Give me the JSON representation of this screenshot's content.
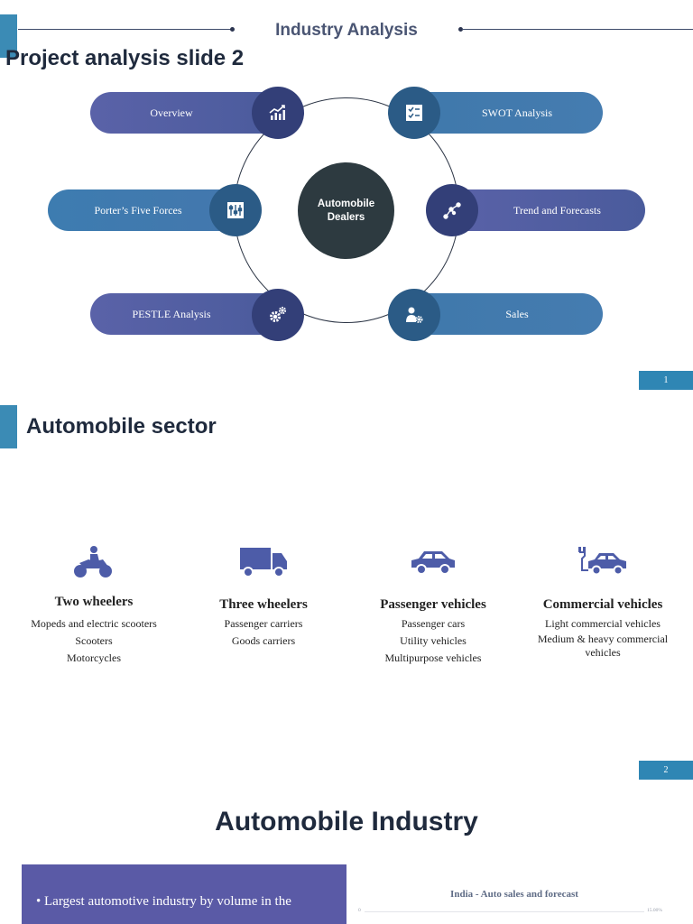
{
  "slide1": {
    "header_title": "Industry Analysis",
    "title": "Project analysis slide 2",
    "hub_label_line1": "Automobile",
    "hub_label_line2": "Dealers",
    "items": [
      {
        "label": "Overview",
        "icon": "chart-growth-icon"
      },
      {
        "label": "SWOT Analysis",
        "icon": "checklist-icon"
      },
      {
        "label": "Porter’s Five Forces",
        "icon": "sliders-icon"
      },
      {
        "label": "Trend and Forecasts",
        "icon": "trend-nodes-icon"
      },
      {
        "label": "PESTLE Analysis",
        "icon": "gears-icon"
      },
      {
        "label": "Sales",
        "icon": "user-gear-icon"
      }
    ],
    "page_number": "1"
  },
  "slide2": {
    "title": "Automobile sector",
    "categories": [
      {
        "title": "Two wheelers",
        "icon": "motorbike-icon",
        "items": [
          "Mopeds and electric scooters",
          "Scooters",
          "Motorcycles"
        ]
      },
      {
        "title": "Three wheelers",
        "icon": "truck-icon",
        "items": [
          "Passenger carriers",
          "Goods carriers"
        ]
      },
      {
        "title": "Passenger vehicles",
        "icon": "car-icon",
        "items": [
          "Passenger cars",
          "Utility vehicles",
          "Multipurpose vehicles"
        ]
      },
      {
        "title": "Commercial vehicles",
        "icon": "electric-car-icon",
        "items": [
          "Light commercial vehicles",
          "Medium & heavy commercial vehicles"
        ]
      }
    ],
    "page_number": "2"
  },
  "slide3": {
    "title": "Automobile Industry",
    "bullet": "Largest automotive industry by volume in the",
    "chart_title": "India - Auto sales and forecast",
    "tick_left": "0",
    "tick_right": "15.00%"
  },
  "colors": {
    "accent": "#3b8bb5",
    "pill_purple": "#5a62a8",
    "pill_blue": "#4477ad",
    "hub": "#2d3a40",
    "bullet_box": "#5a5aa6"
  }
}
